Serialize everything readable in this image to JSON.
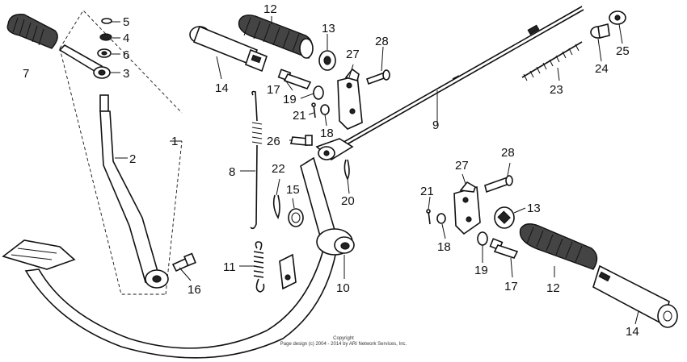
{
  "callouts": [
    {
      "id": "c1",
      "text": "1"
    },
    {
      "id": "c2",
      "text": "2"
    },
    {
      "id": "c3",
      "text": "3"
    },
    {
      "id": "c4",
      "text": "4"
    },
    {
      "id": "c5",
      "text": "5"
    },
    {
      "id": "c6",
      "text": "6"
    },
    {
      "id": "c7",
      "text": "7"
    },
    {
      "id": "c8",
      "text": "8"
    },
    {
      "id": "c9",
      "text": "9"
    },
    {
      "id": "c10",
      "text": "10"
    },
    {
      "id": "c11",
      "text": "11"
    },
    {
      "id": "c12a",
      "text": "12"
    },
    {
      "id": "c12b",
      "text": "12"
    },
    {
      "id": "c13a",
      "text": "13"
    },
    {
      "id": "c13b",
      "text": "13"
    },
    {
      "id": "c14a",
      "text": "14"
    },
    {
      "id": "c14b",
      "text": "14"
    },
    {
      "id": "c15",
      "text": "15"
    },
    {
      "id": "c16",
      "text": "16"
    },
    {
      "id": "c17a",
      "text": "17"
    },
    {
      "id": "c17b",
      "text": "17"
    },
    {
      "id": "c18a",
      "text": "18"
    },
    {
      "id": "c18b",
      "text": "18"
    },
    {
      "id": "c19a",
      "text": "19"
    },
    {
      "id": "c19b",
      "text": "19"
    },
    {
      "id": "c20",
      "text": "20"
    },
    {
      "id": "c21a",
      "text": "21"
    },
    {
      "id": "c21b",
      "text": "21"
    },
    {
      "id": "c22",
      "text": "22"
    },
    {
      "id": "c23",
      "text": "23"
    },
    {
      "id": "c24",
      "text": "24"
    },
    {
      "id": "c25",
      "text": "25"
    },
    {
      "id": "c26",
      "text": "26"
    },
    {
      "id": "c27a",
      "text": "27"
    },
    {
      "id": "c27b",
      "text": "27"
    },
    {
      "id": "c28a",
      "text": "28"
    },
    {
      "id": "c28b",
      "text": "28"
    }
  ],
  "copyright": {
    "line1": "Copyright",
    "line2": "Page design (c) 2004 - 2014 by ARI Network Services, Inc."
  }
}
